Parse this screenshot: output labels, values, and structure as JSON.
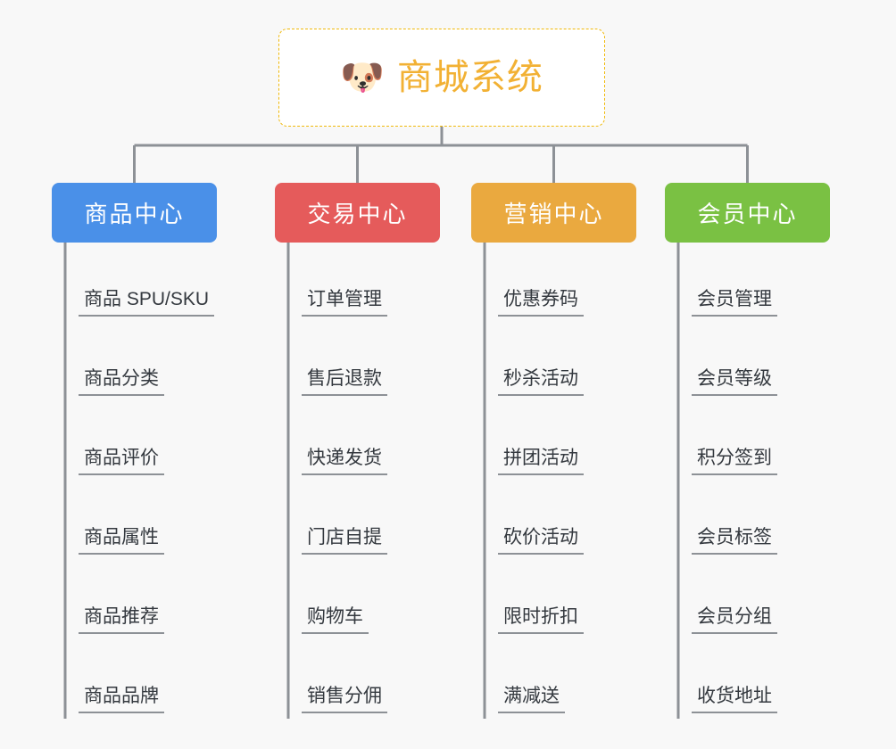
{
  "page": {
    "background_color": "#f8f8f8",
    "type": "mindmap"
  },
  "root": {
    "icon": "shiba-dog-face-icon",
    "emoji": "🐶",
    "title": "商城系统",
    "text_color": "#f2b134",
    "border_color": "#f0b90b",
    "background_color": "#ffffff"
  },
  "connector": {
    "color": "#8d9196"
  },
  "branches": [
    {
      "id": "product-center",
      "label": "商品中心",
      "color": "#4a90e8",
      "items": [
        {
          "label": "商品 SPU/SKU"
        },
        {
          "label": "商品分类"
        },
        {
          "label": "商品评价"
        },
        {
          "label": "商品属性"
        },
        {
          "label": "商品推荐"
        },
        {
          "label": "商品品牌"
        }
      ]
    },
    {
      "id": "trade-center",
      "label": "交易中心",
      "color": "#e55b5b",
      "items": [
        {
          "label": "订单管理"
        },
        {
          "label": "售后退款"
        },
        {
          "label": "快递发货"
        },
        {
          "label": "门店自提"
        },
        {
          "label": "购物车"
        },
        {
          "label": "销售分佣"
        }
      ]
    },
    {
      "id": "marketing-center",
      "label": "营销中心",
      "color": "#eaa93f",
      "items": [
        {
          "label": "优惠券码"
        },
        {
          "label": "秒杀活动"
        },
        {
          "label": "拼团活动"
        },
        {
          "label": "砍价活动"
        },
        {
          "label": "限时折扣"
        },
        {
          "label": "满减送"
        }
      ]
    },
    {
      "id": "member-center",
      "label": "会员中心",
      "color": "#7ac143",
      "items": [
        {
          "label": "会员管理"
        },
        {
          "label": "会员等级"
        },
        {
          "label": "积分签到"
        },
        {
          "label": "会员标签"
        },
        {
          "label": "会员分组"
        },
        {
          "label": "收货地址"
        }
      ]
    }
  ]
}
